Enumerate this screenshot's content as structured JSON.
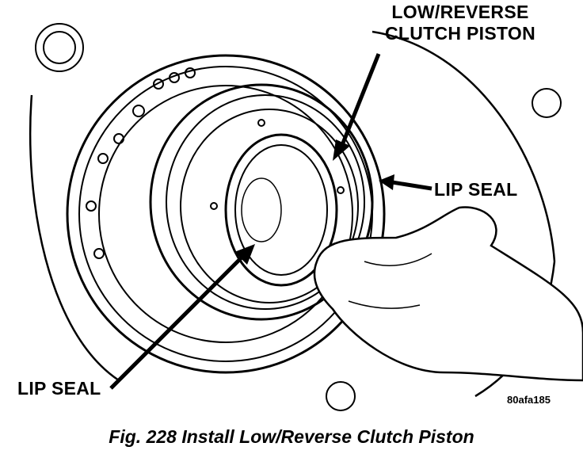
{
  "labels": {
    "piston_line1": "LOW/REVERSE",
    "piston_line2": "CLUTCH PISTON",
    "lip_seal_right": "LIP SEAL",
    "lip_seal_left": "LIP SEAL"
  },
  "figure_code": "80afa185",
  "caption": "Fig. 228 Install Low/Reverse Clutch Piston"
}
